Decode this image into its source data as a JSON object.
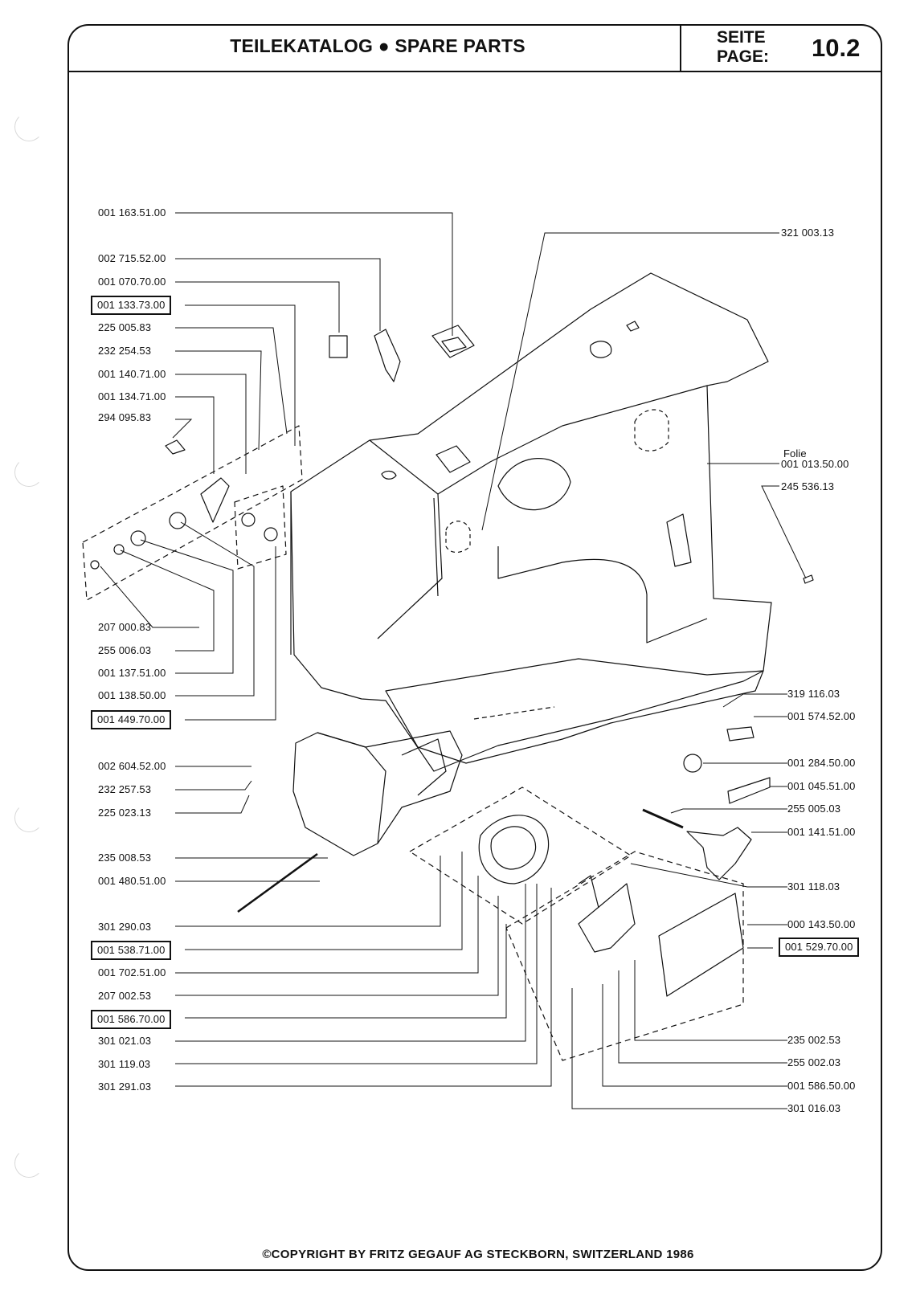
{
  "header": {
    "title": "TEILEKATALOG ● SPARE PARTS",
    "page_label_de": "SEITE",
    "page_label_en": "PAGE:",
    "page_number": "10.2"
  },
  "parts_left": [
    "001 163.51.00",
    "002 715.52.00",
    "001 070.70.00",
    "001 133.73.00",
    "225 005.83",
    "232 254.53",
    "001 140.71.00",
    "001 134.71.00",
    "294 095.83",
    "207 000.83",
    "255 006.03",
    "001 137.51.00",
    "001 138.50.00",
    "001 449.70.00",
    "002 604.52.00",
    "232 257.53",
    "225 023.13",
    "235 008.53",
    "001 480.51.00",
    "301 290.03",
    "001 538.71.00",
    "001 702.51.00",
    "207 002.53",
    "001 586.70.00",
    "301 021.03",
    "301 119.03",
    "301 291.03"
  ],
  "parts_right": [
    "321 003.13",
    "Folie",
    "001 013.50.00",
    "245 536.13",
    "319 116.03",
    "001 574.52.00",
    "001 284.50.00",
    "001 045.51.00",
    "255 005.03",
    "001 141.51.00",
    "301 118.03",
    "000 143.50.00",
    "001 529.70.00",
    "235 002.53",
    "255 002.03",
    "001 586.50.00",
    "301 016.03"
  ],
  "footer": {
    "copyright": "©COPYRIGHT BY FRITZ GEGAUF AG STECKBORN, SWITZERLAND 1986"
  }
}
